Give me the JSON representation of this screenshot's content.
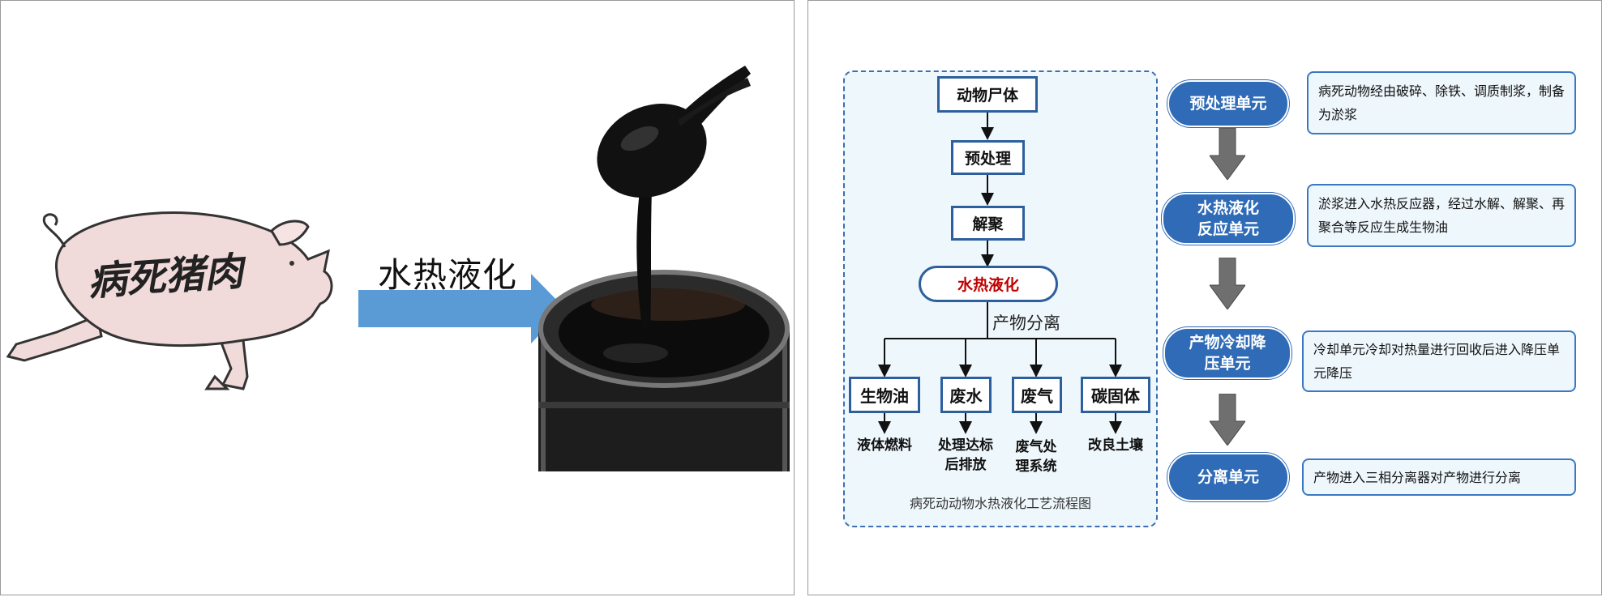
{
  "left": {
    "pig_text": "病死猪肉",
    "arrow_label": "水热液化"
  },
  "flow": {
    "nodes": {
      "carcass": "动物尸体",
      "pretreat": "预处理",
      "depoly": "解聚",
      "htl": "水热液化",
      "bio_oil": "生物油",
      "wastewater": "废水",
      "waste_gas": "废气",
      "solid": "碳固体"
    },
    "separation_label": "产物分离",
    "outputs": {
      "bio_oil": "液体燃料",
      "wastewater": "处理达标\n后排放",
      "waste_gas": "废气处\n理系统",
      "solid": "改良土壤"
    },
    "caption": "病死动动物水热液化工艺流程图"
  },
  "units": [
    {
      "name": "预处理单元",
      "desc": "病死动物经由破碎、除铁、调质制浆，制备为淤浆"
    },
    {
      "name": "水热液化\n反应单元",
      "desc": "淤浆进入水热反应器，经过水解、解聚、再聚合等反应生成生物油"
    },
    {
      "name": "产物冷却降\n压单元",
      "desc": "冷却单元冷却对热量进行回收后进入降压单元降压"
    },
    {
      "name": "分离单元",
      "desc": "产物进入三相分离器对产物进行分离"
    }
  ],
  "colors": {
    "accent_blue": "#2f6bb6",
    "arrow_blue": "#5b9bd5",
    "htl_red": "#c00000",
    "node_border": "#2d5f9e",
    "down_arrow_gray": "#6f6f6f"
  }
}
